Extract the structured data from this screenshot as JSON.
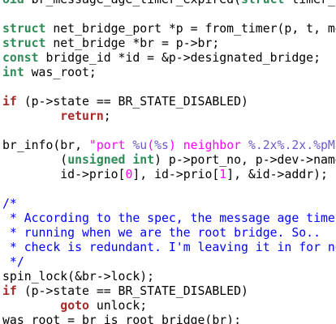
{
  "colors": {
    "background": "#ffffff",
    "text": "#000000",
    "keyword": "#a52a2a",
    "type": "#2e8b57",
    "string": "#ff00ff",
    "format_spec": "#6a5acd",
    "number": "#ff00ff",
    "comment": "#0000ff"
  },
  "lines": [
    [
      {
        "t": "oid",
        "c": "ty"
      },
      {
        "t": " br_message_age_timer_expired("
      },
      {
        "t": "struct",
        "c": "ty"
      },
      {
        "t": " timer_l"
      }
    ],
    [],
    [
      {
        "t": "struct",
        "c": "ty"
      },
      {
        "t": " net_bridge_port *p = from_timer(p, t, me"
      }
    ],
    [
      {
        "t": "struct",
        "c": "ty"
      },
      {
        "t": " net_bridge *br = p->br;"
      }
    ],
    [
      {
        "t": "const",
        "c": "ty"
      },
      {
        "t": " bridge_id *id = &p->designated_bridge;"
      }
    ],
    [
      {
        "t": "int",
        "c": "ty"
      },
      {
        "t": " was_root;"
      }
    ],
    [],
    [
      {
        "t": "if",
        "c": "kw"
      },
      {
        "t": " (p->state == BR_STATE_DISABLED)"
      }
    ],
    [
      {
        "t": "        "
      },
      {
        "t": "return",
        "c": "kw"
      },
      {
        "t": ";"
      }
    ],
    [],
    [
      {
        "t": "br_info(br, "
      },
      {
        "t": "\"port ",
        "c": "str"
      },
      {
        "t": "%u",
        "c": "fmt"
      },
      {
        "t": "(",
        "c": "str"
      },
      {
        "t": "%s",
        "c": "fmt"
      },
      {
        "t": ") neighbor ",
        "c": "str"
      },
      {
        "t": "%.2x%.2x.%pM",
        "c": "fmt"
      }
    ],
    [
      {
        "t": "        ("
      },
      {
        "t": "unsigned int",
        "c": "ty"
      },
      {
        "t": ") p->port_no, p->dev->name"
      }
    ],
    [
      {
        "t": "        id->prio["
      },
      {
        "t": "0",
        "c": "num"
      },
      {
        "t": "], id->prio["
      },
      {
        "t": "1",
        "c": "num"
      },
      {
        "t": "], &id->addr);"
      }
    ],
    [],
    [
      {
        "t": "/*",
        "c": "com"
      }
    ],
    [
      {
        "t": " * According to the spec, the message age timer",
        "c": "com"
      }
    ],
    [
      {
        "t": " * running when we are the root bridge. So..",
        "c": "com"
      }
    ],
    [
      {
        "t": " * check is redundant. I'm leaving it in for no",
        "c": "com"
      }
    ],
    [
      {
        "t": " */",
        "c": "com"
      }
    ],
    [
      {
        "t": "spin_lock(&br->lock);"
      }
    ],
    [
      {
        "t": "if",
        "c": "kw"
      },
      {
        "t": " (p->state == BR_STATE_DISABLED)"
      }
    ],
    [
      {
        "t": "        "
      },
      {
        "t": "goto",
        "c": "kw"
      },
      {
        "t": " unlock;"
      }
    ],
    [
      {
        "t": "was_root = br_is_root_bridge(br);"
      }
    ]
  ]
}
